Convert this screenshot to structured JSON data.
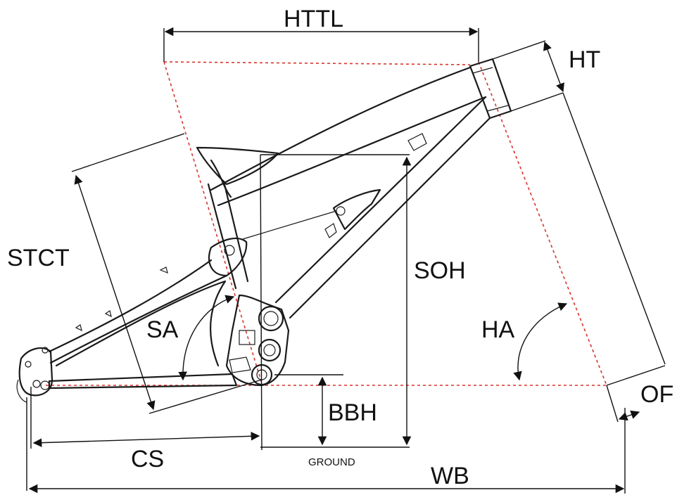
{
  "labels": {
    "httl": "HTTL",
    "ht": "HT",
    "stct": "STCT",
    "soh": "SOH",
    "sa": "SA",
    "ha": "HA",
    "of": "OF",
    "bbh": "BBH",
    "cs": "CS",
    "ground": "GROUND",
    "wb": "WB"
  },
  "colors": {
    "line": "#1a1a1a",
    "construction": "#d9342b",
    "background": "#ffffff"
  }
}
